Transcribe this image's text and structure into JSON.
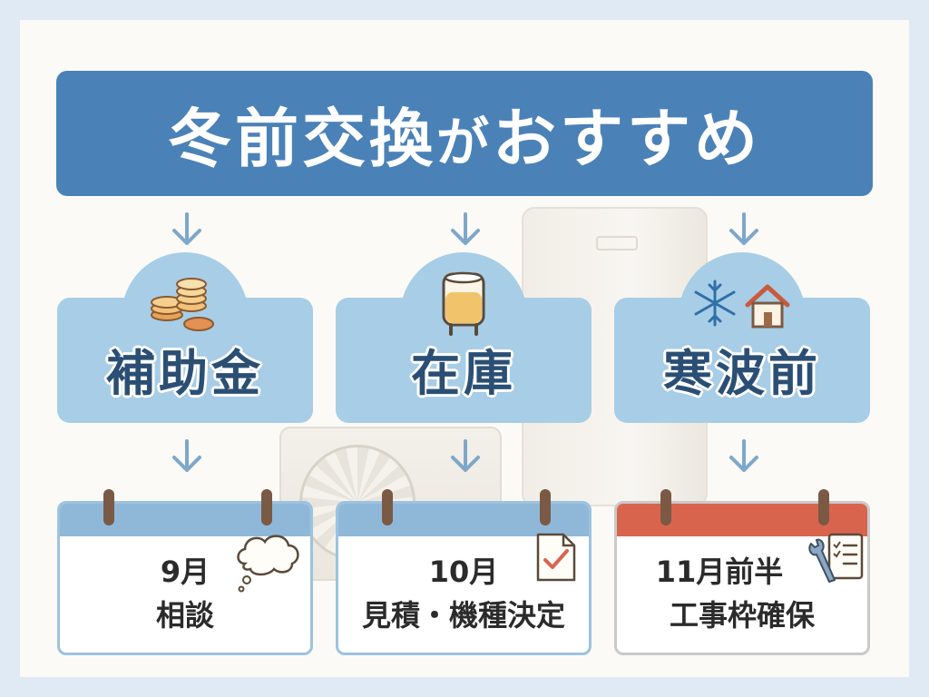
{
  "title": {
    "main": "冬前交換",
    "particle": "が",
    "tail": "おすすめ"
  },
  "reasons": [
    {
      "label": "補助金",
      "icon": "coins-icon"
    },
    {
      "label": "在庫",
      "icon": "stock-tank-icon"
    },
    {
      "label": "寒波前",
      "icon": "snowflake-house-icon"
    }
  ],
  "schedule": [
    {
      "month": "9月",
      "action": "相談",
      "icon": "thought-bubble-icon",
      "header_color": "#8fb8d8"
    },
    {
      "month": "10月",
      "action": "見積・機種決定",
      "icon": "document-check-icon",
      "header_color": "#8fb8d8"
    },
    {
      "month": "11月前半",
      "action": "工事枠確保",
      "icon": "wrench-checklist-icon",
      "header_color": "#d9644e"
    }
  ],
  "colors": {
    "banner": "#4a82b8",
    "reason_card": "#a8cde6",
    "arrow": "#7ea7c9"
  }
}
